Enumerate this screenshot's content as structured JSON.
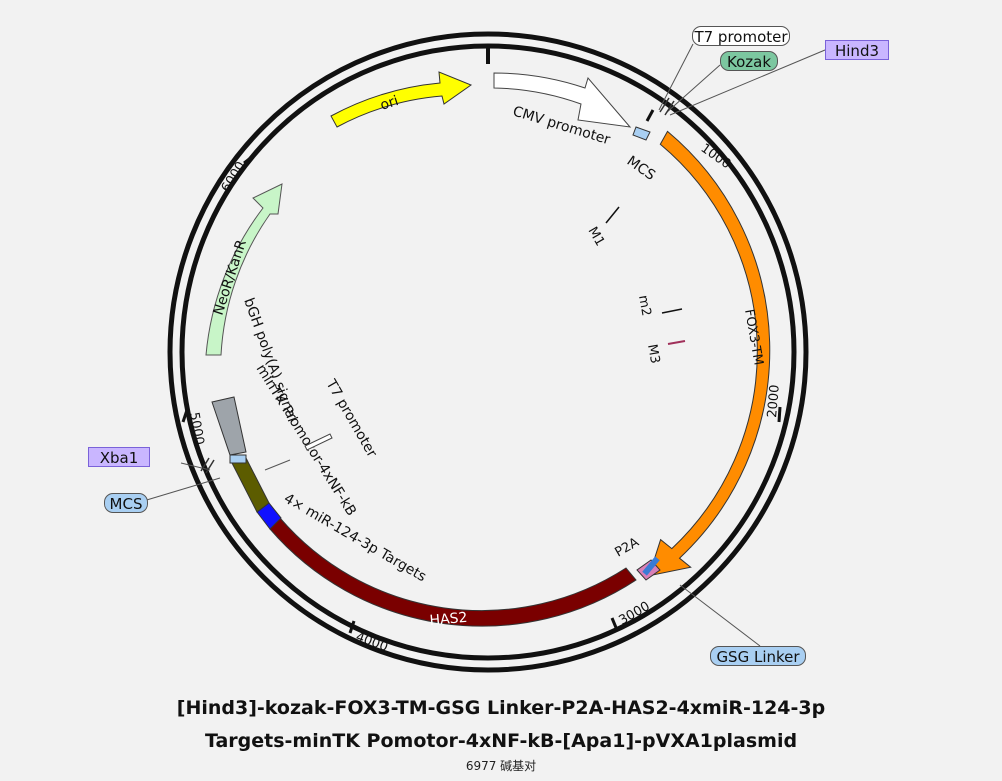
{
  "plasmid": {
    "size_label": "6977 碱基对",
    "total_bp": 6977,
    "ticks": [
      "1000",
      "2000",
      "3000",
      "4000",
      "5000",
      "6000"
    ]
  },
  "title": {
    "line1": "[Hind3]-kozak-FOX3-TM-GSG Linker-P2A-HAS2-4xmiR-124-3p",
    "line2": "Targets-minTK Pomotor-4xNF-kB-[Apa1]-pVXA1plasmid"
  },
  "features": {
    "ori": "ori",
    "cmv_promoter": "CMV promoter",
    "mcs_top": "MCS",
    "fox3_tm": "FOX3-TM",
    "p2a": "P2A",
    "has2": "HAS2",
    "mir_targets": "4× miR-124-3p Targets",
    "nfkb": "minTK Promotor-4xNF-kB",
    "bgh": "bGH poly(A) signal",
    "neor": "NeoR/KanR",
    "t7_inner": "T7 promoter",
    "m1": "M1",
    "m2": "m2",
    "m3": "M3"
  },
  "callouts": {
    "t7_promoter": "T7 promoter",
    "kozak": "Kozak",
    "hind3": "Hind3",
    "xba1": "Xba1",
    "mcs": "MCS",
    "gsg_linker": "GSG Linker"
  },
  "colors": {
    "fox3": "#ff8c00",
    "has2": "#7a0000",
    "ori": "#ffff00",
    "neor": "#c8f5c8",
    "cmv": "#ffffff",
    "bgh": "#9ea4aa",
    "nfkb": "#5c5c00",
    "mir": "#1010ff",
    "p2a": "#d97fb6",
    "enzyme_box": "#c9b6ff",
    "kozak_box": "#7cc7a0",
    "mcs_box": "#a9cff2"
  }
}
